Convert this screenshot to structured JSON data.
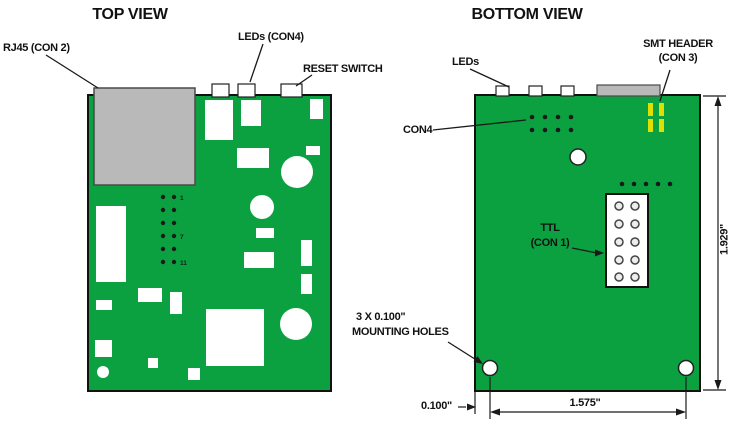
{
  "colors": {
    "pcb_green": "#0ba140",
    "connector_gray": "#b9b9b9",
    "header_yellow": "#dfdf00"
  },
  "top_view": {
    "title": "TOP VIEW",
    "labels": {
      "rj45": "RJ45 (CON 2)",
      "leds": "LEDs (CON4)",
      "reset_switch": "RESET SWITCH"
    },
    "pin_labels": [
      "1",
      "7",
      "11"
    ]
  },
  "bottom_view": {
    "title": "BOTTOM VIEW",
    "labels": {
      "leds": "LEDs",
      "smt_header_line1": "SMT HEADER",
      "smt_header_line2": "(CON 3)",
      "con4": "CON4",
      "ttl_line1": "TTL",
      "ttl_line2": "(CON 1)",
      "mounting_line1": "3 X 0.100\"",
      "mounting_line2": "MOUNTING HOLES"
    },
    "dimensions": {
      "board_height": "1.929\"",
      "hole_edge_offset": "0.100\"",
      "hole_spacing": "1.575\""
    }
  }
}
